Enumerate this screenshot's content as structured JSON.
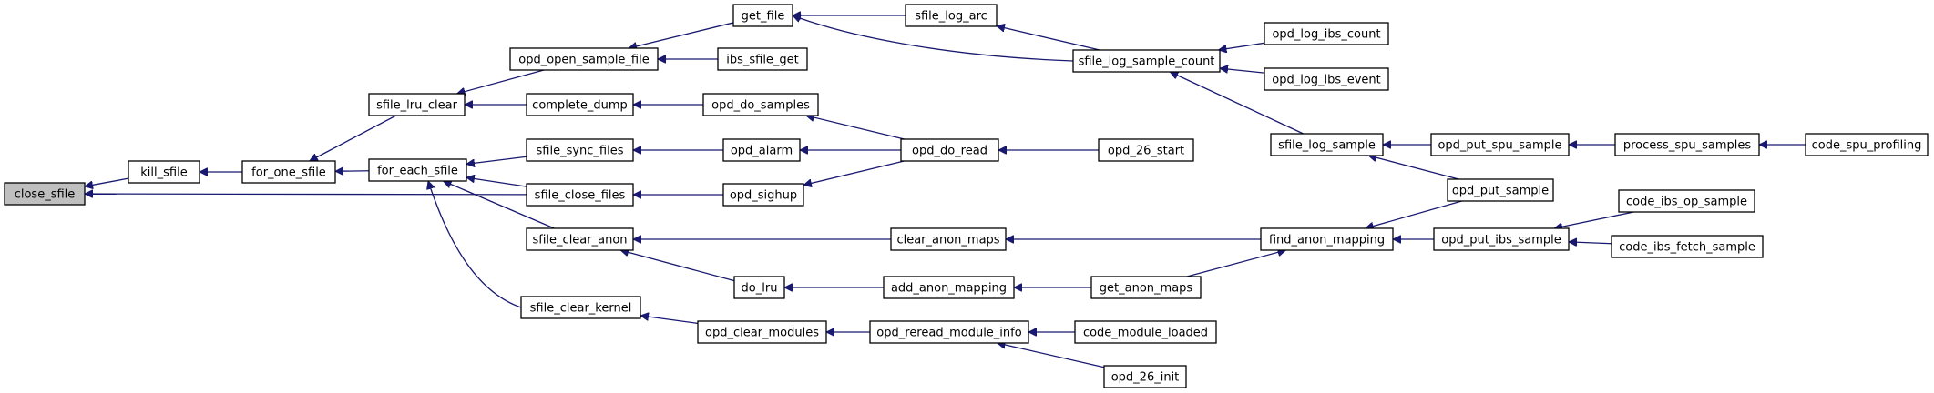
{
  "graph": {
    "colors": {
      "edge": "#191970",
      "node_border": "#000000",
      "root_fill": "#bfbfbf",
      "node_fill": "#ffffff",
      "background": "#ffffff"
    },
    "nodes": {
      "close_sfile": "close_sfile",
      "kill_sfile": "kill_sfile",
      "for_one_sfile": "for_one_sfile",
      "sfile_lru_clear": "sfile_lru_clear",
      "for_each_sfile": "for_each_sfile",
      "opd_open_sample_file": "opd_open_sample_file",
      "complete_dump": "complete_dump",
      "sfile_sync_files": "sfile_sync_files",
      "sfile_close_files": "sfile_close_files",
      "sfile_clear_anon": "sfile_clear_anon",
      "sfile_clear_kernel": "sfile_clear_kernel",
      "get_file": "get_file",
      "ibs_sfile_get": "ibs_sfile_get",
      "opd_do_samples": "opd_do_samples",
      "opd_alarm": "opd_alarm",
      "opd_sighup": "opd_sighup",
      "do_lru": "do_lru",
      "opd_clear_modules": "opd_clear_modules",
      "sfile_log_arc": "sfile_log_arc",
      "opd_do_read": "opd_do_read",
      "clear_anon_maps": "clear_anon_maps",
      "add_anon_mapping": "add_anon_mapping",
      "opd_reread_module_info": "opd_reread_module_info",
      "sfile_log_sample_count": "sfile_log_sample_count",
      "opd_26_start": "opd_26_start",
      "get_anon_maps": "get_anon_maps",
      "code_module_loaded": "code_module_loaded",
      "opd_26_init": "opd_26_init",
      "opd_log_ibs_count": "opd_log_ibs_count",
      "opd_log_ibs_event": "opd_log_ibs_event",
      "sfile_log_sample": "sfile_log_sample",
      "find_anon_mapping": "find_anon_mapping",
      "opd_put_spu_sample": "opd_put_spu_sample",
      "opd_put_sample": "opd_put_sample",
      "opd_put_ibs_sample": "opd_put_ibs_sample",
      "process_spu_samples": "process_spu_samples",
      "code_ibs_op_sample": "code_ibs_op_sample",
      "code_ibs_fetch_sample": "code_ibs_fetch_sample",
      "code_spu_profiling": "code_spu_profiling"
    },
    "edges": [
      [
        "kill_sfile",
        "close_sfile"
      ],
      [
        "sfile_close_files",
        "close_sfile"
      ],
      [
        "for_one_sfile",
        "kill_sfile"
      ],
      [
        "sfile_lru_clear",
        "for_one_sfile"
      ],
      [
        "for_each_sfile",
        "for_one_sfile"
      ],
      [
        "opd_open_sample_file",
        "sfile_lru_clear"
      ],
      [
        "complete_dump",
        "sfile_lru_clear"
      ],
      [
        "sfile_sync_files",
        "for_each_sfile"
      ],
      [
        "sfile_close_files",
        "for_each_sfile"
      ],
      [
        "sfile_clear_anon",
        "for_each_sfile"
      ],
      [
        "sfile_clear_kernel",
        "for_each_sfile"
      ],
      [
        "get_file",
        "opd_open_sample_file"
      ],
      [
        "ibs_sfile_get",
        "opd_open_sample_file"
      ],
      [
        "opd_do_samples",
        "complete_dump"
      ],
      [
        "opd_alarm",
        "sfile_sync_files"
      ],
      [
        "opd_sighup",
        "sfile_close_files"
      ],
      [
        "clear_anon_maps",
        "sfile_clear_anon"
      ],
      [
        "do_lru",
        "sfile_clear_anon"
      ],
      [
        "opd_clear_modules",
        "sfile_clear_kernel"
      ],
      [
        "sfile_log_arc",
        "get_file"
      ],
      [
        "sfile_log_sample_count",
        "get_file"
      ],
      [
        "opd_do_read",
        "opd_do_samples"
      ],
      [
        "opd_do_read",
        "opd_alarm"
      ],
      [
        "opd_do_read",
        "opd_sighup"
      ],
      [
        "add_anon_mapping",
        "do_lru"
      ],
      [
        "opd_reread_module_info",
        "opd_clear_modules"
      ],
      [
        "sfile_log_sample_count",
        "sfile_log_arc"
      ],
      [
        "opd_26_start",
        "opd_do_read"
      ],
      [
        "find_anon_mapping",
        "clear_anon_maps"
      ],
      [
        "get_anon_maps",
        "add_anon_mapping"
      ],
      [
        "code_module_loaded",
        "opd_reread_module_info"
      ],
      [
        "opd_26_init",
        "opd_reread_module_info"
      ],
      [
        "opd_log_ibs_count",
        "sfile_log_sample_count"
      ],
      [
        "opd_log_ibs_event",
        "sfile_log_sample_count"
      ],
      [
        "sfile_log_sample",
        "sfile_log_sample_count"
      ],
      [
        "get_anon_maps",
        "find_anon_mapping"
      ],
      [
        "opd_put_spu_sample",
        "sfile_log_sample"
      ],
      [
        "opd_put_sample",
        "sfile_log_sample"
      ],
      [
        "opd_put_sample",
        "find_anon_mapping"
      ],
      [
        "opd_put_ibs_sample",
        "find_anon_mapping"
      ],
      [
        "process_spu_samples",
        "opd_put_spu_sample"
      ],
      [
        "code_ibs_op_sample",
        "opd_put_ibs_sample"
      ],
      [
        "code_ibs_fetch_sample",
        "opd_put_ibs_sample"
      ],
      [
        "code_spu_profiling",
        "process_spu_samples"
      ]
    ]
  }
}
